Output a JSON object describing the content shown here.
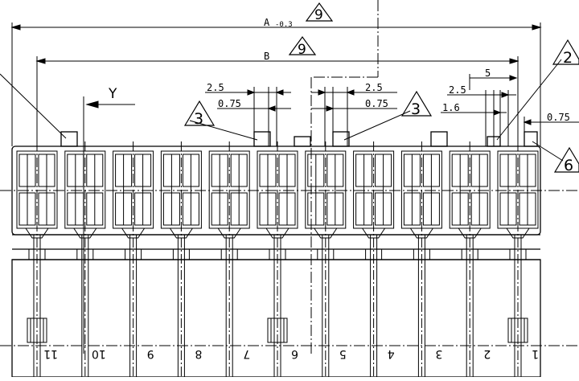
{
  "drawing": {
    "dim_a_text": "A",
    "dim_a_tolerance": "-0.3",
    "dim_b_text": "B",
    "view_label": "Y",
    "dim_2_5_left": "2.5",
    "dim_0_75_left": "0.75",
    "dim_2_5_mid": "2.5",
    "dim_0_75_mid": "0.75",
    "dim_5": "5",
    "dim_2_5_right": "2.5",
    "dim_1_6": "1.6",
    "dim_0_75_right": "0.75",
    "notes": {
      "note_9_top": "9",
      "note_9_b": "9",
      "note_3_left": "3",
      "note_3_mid": "3",
      "note_2": "2",
      "note_6": "6"
    },
    "pin_numbers": [
      "11",
      "10",
      "9",
      "8",
      "7",
      "6",
      "5",
      "4",
      "3",
      "2",
      "1"
    ]
  }
}
